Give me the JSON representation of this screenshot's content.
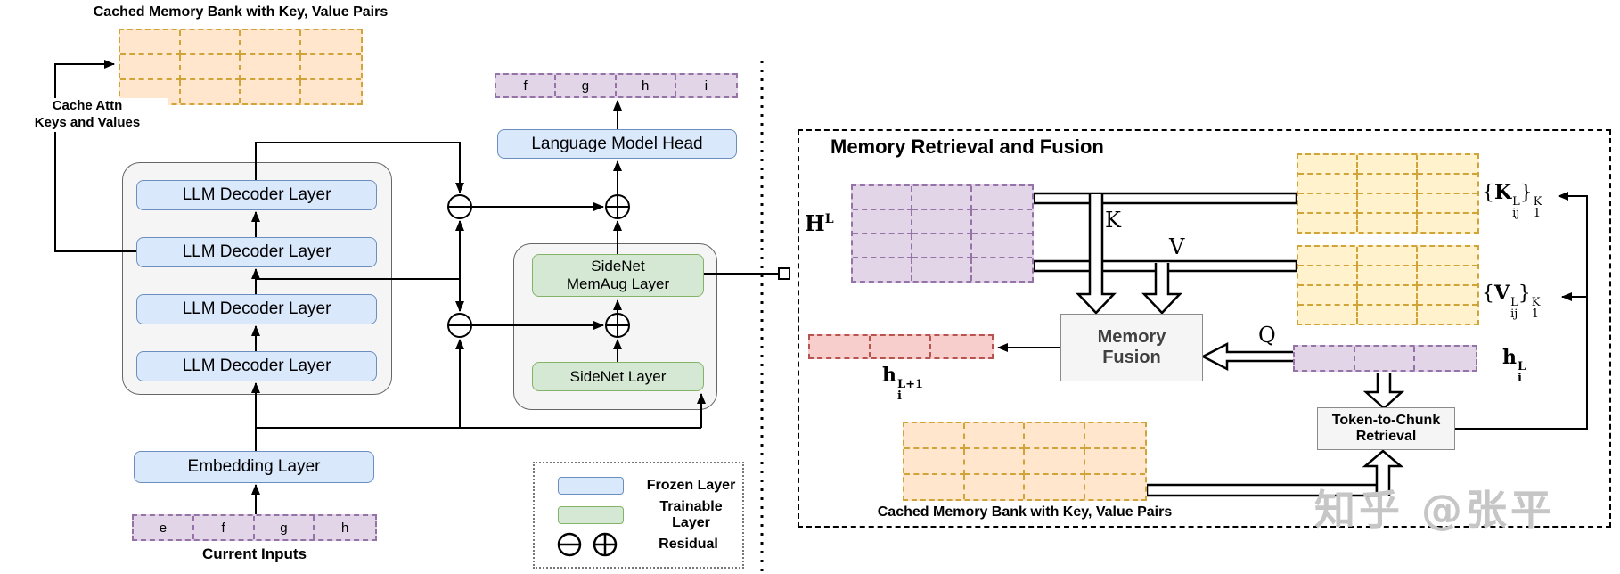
{
  "colors": {
    "frozen_fill": "#dae8fc",
    "frozen_border": "#6c8ebf",
    "trainable_fill": "#d5e8d4",
    "trainable_border": "#82b366",
    "container_fill": "#f5f5f5",
    "container_border": "#666666",
    "token_fill": "#e1d5e7",
    "token_border": "#9673a6",
    "memory_bank_fill": "#ffe6cc",
    "kv_cache_fill": "#fff2cc",
    "gold_border": "#d0a439",
    "output_fill": "#f8cecc",
    "output_border": "#b85450"
  },
  "left": {
    "mem_bank_title": "Cached Memory Bank with Key, Value Pairs",
    "cache_attn_line1": "Cache Attn",
    "cache_attn_line2": "Keys and Values",
    "decoder_layers": [
      "LLM Decoder Layer",
      "LLM Decoder Layer",
      "LLM Decoder Layer",
      "LLM Decoder Layer"
    ],
    "embedding_label": "Embedding Layer",
    "input_tokens": [
      "e",
      "f",
      "g",
      "h"
    ],
    "current_inputs_label": "Current Inputs",
    "output_tokens": [
      "f",
      "g",
      "h",
      "i"
    ],
    "lm_head_label": "Language Model Head",
    "memaug_line1": "SideNet",
    "memaug_line2": "MemAug Layer",
    "sidenet_layer_label": "SideNet Layer"
  },
  "legend": {
    "frozen": "Frozen Layer",
    "trainable": "Trainable Layer",
    "residual": "Residual"
  },
  "right": {
    "panel_title": "Memory Retrieval and Fusion",
    "hl": {
      "base": "H",
      "sup": "L"
    },
    "k_label": "K",
    "v_label": "V",
    "q_label": "Q",
    "k_set": {
      "open": "{",
      "base": "K",
      "sup": "L",
      "sub": "ij",
      "close": "}",
      "outer_sup": "K",
      "outer_sub": "1"
    },
    "v_set": {
      "open": "{",
      "base": "V",
      "sup": "L",
      "sub": "ij",
      "close": "}",
      "outer_sup": "K",
      "outer_sub": "1"
    },
    "fusion_line1": "Memory",
    "fusion_line2": "Fusion",
    "h_i": {
      "base": "h",
      "sup": "L",
      "sub": "i"
    },
    "h_i_next": {
      "base": "h",
      "sup": "L+1",
      "sub": "i"
    },
    "retrieval_line1": "Token-to-Chunk",
    "retrieval_line2": "Retrieval",
    "mem_bank_label": "Cached Memory Bank with Key, Value Pairs"
  },
  "watermark": "知乎 @张平"
}
